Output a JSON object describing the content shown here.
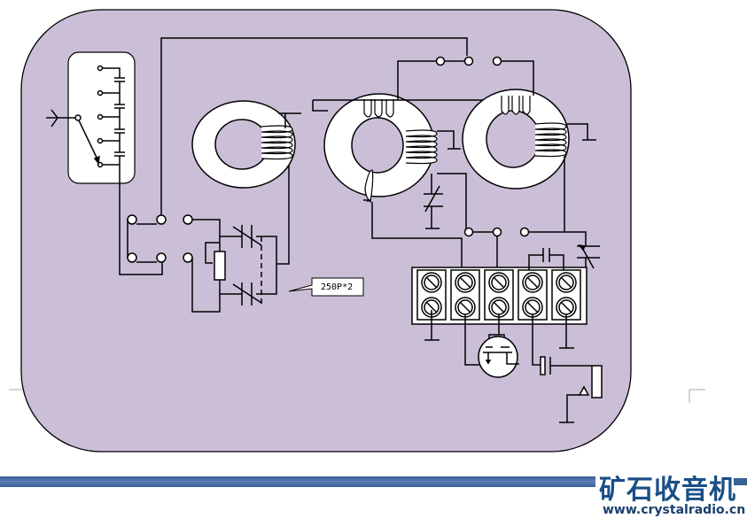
{
  "diagram": {
    "type": "crystal radio circuit schematic",
    "callout_label": "250P*2",
    "components": [
      "antenna",
      "antenna tap selector with 4 series capacitors and 5 taps",
      "DPDT switch",
      "dual-gang variable capacitor 250pF x2",
      "potentiometer",
      "toroid coil 1",
      "toroid coil 2 (tapped)",
      "toroid coil 3",
      "trimmer capacitor",
      "switch bank (3 contacts top)",
      "switch bank (3 contacts bottom)",
      "variable capacitor",
      "fixed capacitor",
      "terminal block 5x2 screws",
      "FET transistor",
      "coupling capacitor",
      "earphone jack",
      "ground symbols"
    ]
  },
  "colors": {
    "panel_fill": "#cbbfd8",
    "line": "#000000",
    "brand_blue": "#1a4e86"
  },
  "branding": {
    "logo_text": "矿石收音机",
    "url": "www.crystalradio.cn"
  }
}
